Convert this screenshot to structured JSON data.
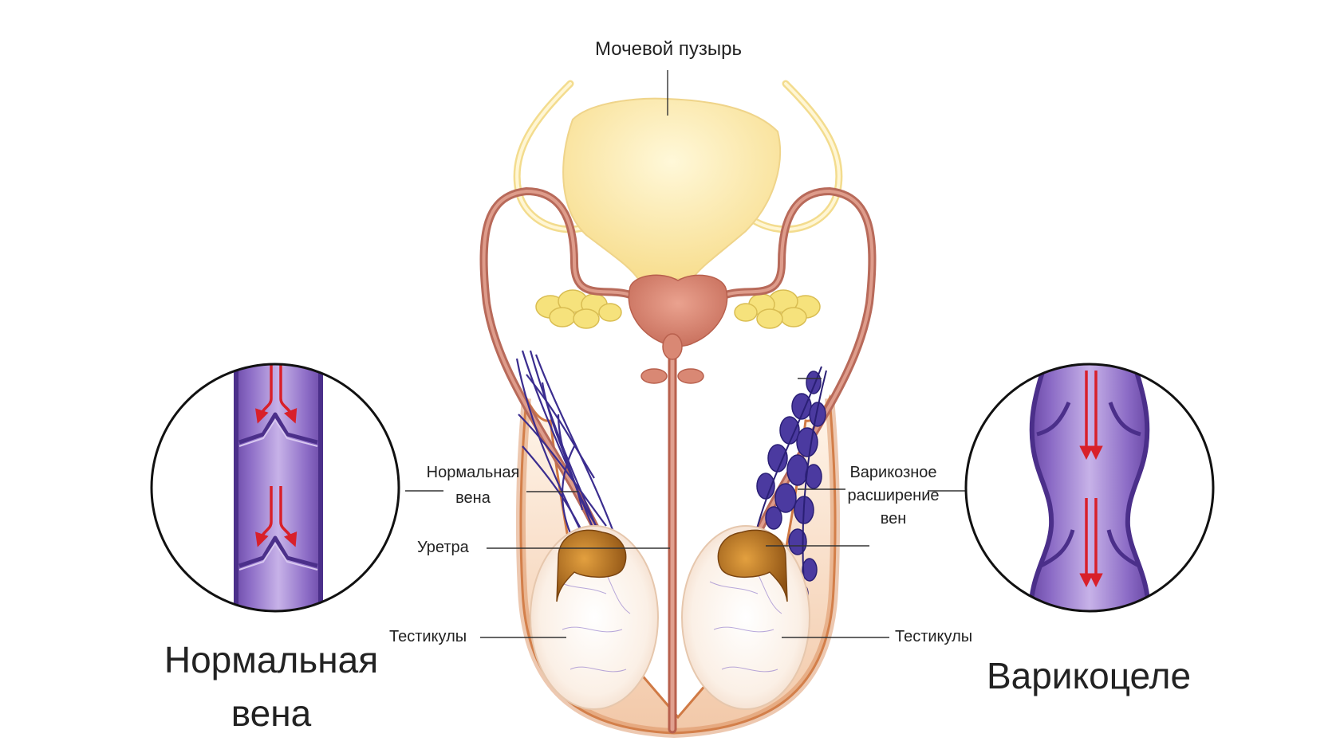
{
  "labels": {
    "bladder": "Мочевой пузырь",
    "normal_vein_line1": "Нормальная",
    "normal_vein_line2": "вена",
    "urethra": "Уретра",
    "testicles_left": "Тестикулы",
    "testicles_right": "Тестикулы",
    "varicose_line1": "Варикозное",
    "varicose_line2": "расширение",
    "varicose_line3": "вен",
    "title_normal_line1": "Нормальная",
    "title_normal_line2": "вена",
    "title_varicocele": "Варикоцеле"
  },
  "colors": {
    "bladder": "#fbe7a1",
    "ureter": "#f6e29b",
    "vas": "#c9806f",
    "prostate": "#d98874",
    "vesicle": "#f5e07c",
    "vein": "#3b2d8f",
    "vein_fill": "#9b86cf",
    "vein_wall": "#6b4ba8",
    "arrow": "#d8202a",
    "scrotum_edge": "#cf6f3b",
    "testis": "#fbf3ea",
    "epididymis": "#b36a1b"
  }
}
